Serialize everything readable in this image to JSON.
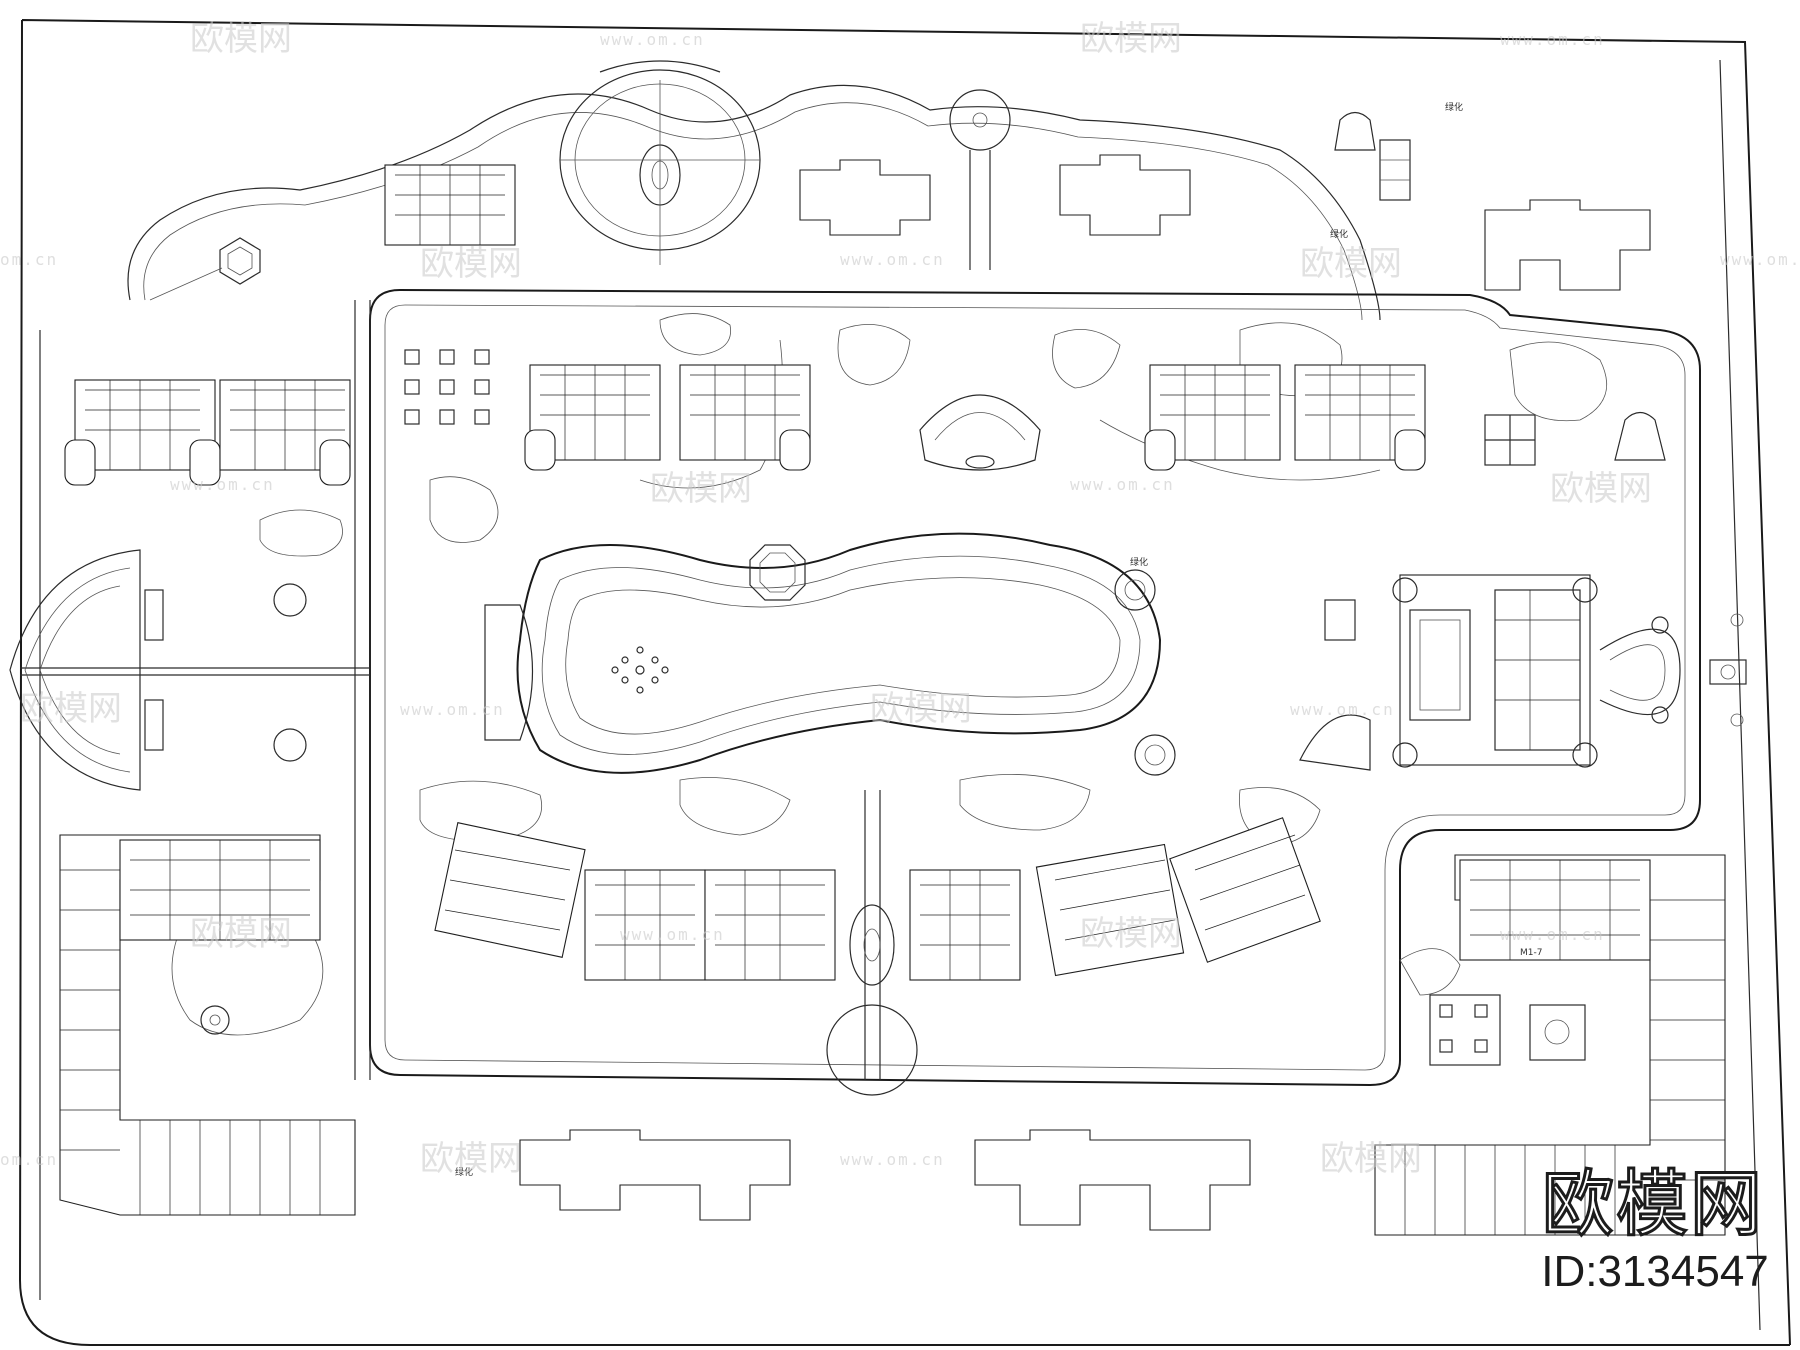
{
  "watermark": {
    "brand": "欧模网",
    "url": "www.om.cn",
    "url_short": "om.cn"
  },
  "brand_mark": "欧模网",
  "asset_id": "ID:3134547",
  "plan_labels": {
    "greenery": "绿化",
    "unit_tag": "M1-7"
  }
}
